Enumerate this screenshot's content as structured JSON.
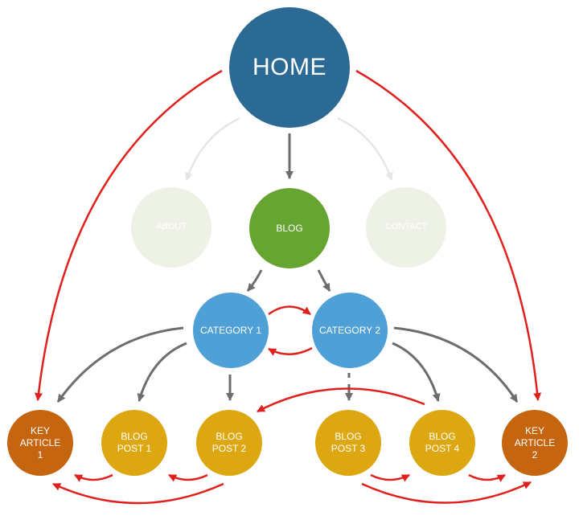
{
  "nodes": {
    "home": "HOME",
    "about": "ABOUT",
    "blog": "BLOG",
    "contact": "CONTACT",
    "category_1": "CATEGORY 1",
    "category_2": "CATEGORY 2",
    "key_article_1": "KEY\nARTICLE\n1",
    "blog_post_1": "BLOG\nPOST 1",
    "blog_post_2": "BLOG\nPOST 2",
    "blog_post_3": "BLOG\nPOST 3",
    "blog_post_4": "BLOG\nPOST 4",
    "key_article_2": "KEY\nARTICLE\n2"
  },
  "colors": {
    "home": "#2c6a96",
    "blog": "#67a532",
    "faded": "#eef1e6",
    "category": "#4fa0d6",
    "blog_post": "#dca710",
    "key_article": "#c5650f",
    "hierarchy_arrow": "#6d6d6d",
    "faded_arrow": "#e6e6e6",
    "internal_link_arrow": "#e0201c"
  }
}
